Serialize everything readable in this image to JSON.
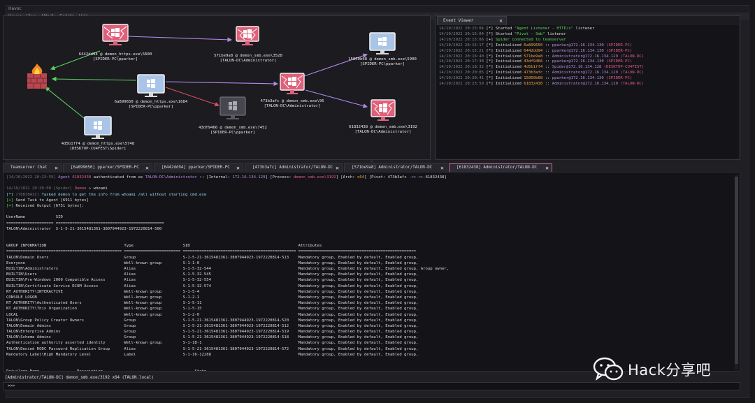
{
  "window": {
    "title": "Havoc"
  },
  "menu": [
    "Havoc",
    "View",
    "Attack",
    "Scripts",
    "Help"
  ],
  "graph": {
    "nodes": [
      {
        "id": "6442",
        "line1": "6442dd94 @ demon_https.exe\\5600",
        "line2": "[SPIDER-PC\\pparker]",
        "status": "dead"
      },
      {
        "id": "571b",
        "line1": "571be9a8 @ demon_smb.exe\\3528",
        "line2": "[TALON-DC\\Administrator]",
        "status": "dead"
      },
      {
        "id": "1585",
        "line1": "15850b68 @ demon_smb.exe\\5900",
        "line2": "[SPIDER-PC\\pparker]",
        "status": "alive"
      },
      {
        "id": "6a89",
        "line1": "6a899650 @ demon_https.exe\\1684",
        "line2": "[SPIDER-PC\\pparker]",
        "status": "alive"
      },
      {
        "id": "473b",
        "line1": "473b3afc @ demon_smb.exe\\96",
        "line2": "[TALON-DC\\Administrator]",
        "status": "dead"
      },
      {
        "id": "43df",
        "line1": "43df9466 @ demon_smb.exe\\7452",
        "line2": "[SPIDER-PC\\pparker]",
        "status": "offline"
      },
      {
        "id": "6183",
        "line1": "61832438 @ demon_smb.exe\\3192",
        "line2": "[TALON-DC\\Administrator]",
        "status": "dead"
      },
      {
        "id": "4d5b",
        "line1": "4d5b1ff4 @ demon_https.exe\\5748",
        "line2": "[DESKTOP-CU4FEST\\Spider]",
        "status": "alive"
      }
    ]
  },
  "event_viewer": {
    "tab_label": "Event Viewer",
    "close": "✕",
    "lines": [
      {
        "ts": "14/10/2022 20:15:04",
        "mark": "[*]",
        "parts": [
          [
            "Started ",
            ""
          ],
          [
            "\"Agent Listener - HTTP/s\"",
            "green"
          ],
          [
            " listener",
            ""
          ]
        ]
      },
      {
        "ts": "14/10/2022 20:15:04",
        "mark": "[*]",
        "parts": [
          [
            "Started ",
            ""
          ],
          [
            "\"Pivot - Smb\"",
            "green"
          ],
          [
            " listener",
            ""
          ]
        ]
      },
      {
        "ts": "14/10/2022 20:15:06",
        "mark": "[+]",
        "parts": [
          [
            "Spider connected to teamserver",
            "green"
          ]
        ]
      },
      {
        "ts": "14/10/2022 20:15:17",
        "mark": "[*]",
        "parts": [
          [
            "Initialized ",
            ""
          ],
          [
            "6a899650",
            "orange"
          ],
          [
            " :: ",
            ""
          ],
          [
            "pparker@172.16.134.130",
            "purple"
          ],
          [
            " (SPIDER-PC)",
            "pink"
          ]
        ]
      },
      {
        "ts": "14/10/2022 20:15:21",
        "mark": "[*]",
        "parts": [
          [
            "Initialized ",
            ""
          ],
          [
            "6442dd94",
            "orange"
          ],
          [
            " :: ",
            ""
          ],
          [
            "pparker@172.16.134.130",
            "purple"
          ],
          [
            " (SPIDER-PC)",
            "pink"
          ]
        ]
      },
      {
        "ts": "14/10/2022 20:16:40",
        "mark": "[*]",
        "parts": [
          [
            "Initialized ",
            ""
          ],
          [
            "571be9a8",
            "orange"
          ],
          [
            " :: ",
            ""
          ],
          [
            "Administrator@172.16.134.129",
            "purple"
          ],
          [
            " (TALON-DC)",
            "pink"
          ]
        ]
      },
      {
        "ts": "14/10/2022 20:17:38",
        "mark": "[*]",
        "parts": [
          [
            "Initialized ",
            ""
          ],
          [
            "43df9466",
            "orange"
          ],
          [
            " :: ",
            ""
          ],
          [
            "pparker@172.16.134.130",
            "purple"
          ],
          [
            " (SPIDER-PC)",
            "pink"
          ]
        ]
      },
      {
        "ts": "14/10/2022 20:18:32",
        "mark": "[*]",
        "parts": [
          [
            "Initialized ",
            ""
          ],
          [
            "4d5b1ff4",
            "orange"
          ],
          [
            " :: ",
            ""
          ],
          [
            "Spider@172.16.134.128",
            "purple"
          ],
          [
            " (DESKTOP-CU4FEST)",
            "pink"
          ]
        ]
      },
      {
        "ts": "14/10/2022 20:20:05",
        "mark": "[*]",
        "parts": [
          [
            "Initialized ",
            ""
          ],
          [
            "473b3afc",
            "orange"
          ],
          [
            " :: ",
            ""
          ],
          [
            "Administrator@172.16.134.129",
            "purple"
          ],
          [
            " (TALON-DC)",
            "pink"
          ]
        ]
      },
      {
        "ts": "14/10/2022 20:20:41",
        "mark": "[*]",
        "parts": [
          [
            "Initialized ",
            ""
          ],
          [
            "15850b68",
            "orange"
          ],
          [
            " :: ",
            ""
          ],
          [
            "pparker@172.16.134.130",
            "purple"
          ],
          [
            " (SPIDER-PC)",
            "pink"
          ]
        ]
      },
      {
        "ts": "14/10/2022 20:23:59",
        "mark": "[*]",
        "parts": [
          [
            "Initialized ",
            ""
          ],
          [
            "61832438",
            "orange"
          ],
          [
            " :: ",
            ""
          ],
          [
            "Administrator@172.16.134.129",
            "purple"
          ],
          [
            " (TALON-DC)",
            "pink"
          ]
        ]
      }
    ]
  },
  "tabs": [
    {
      "label": "Teamserver Chat",
      "active": false
    },
    {
      "label": "[6a899650] pparker/SPIDER-PC",
      "active": false
    },
    {
      "label": "[6442dd94] pparker/SPIDER-PC",
      "active": false
    },
    {
      "label": "[473b3afc] Administrator/TALON-DC",
      "active": false
    },
    {
      "label": "[571be9a8] Administrator/TALON-DC",
      "active": false
    },
    {
      "label": "[61832438] Administrator/TALON-DC",
      "active": true
    }
  ],
  "tab_close": "✕",
  "console": {
    "lines": [
      [
        [
          "[14/10/2022 20:23:59] ",
          "dim"
        ],
        [
          "Agent ",
          "purple"
        ],
        [
          "61832438",
          "pink"
        ],
        [
          " authenticated from as ",
          ""
        ],
        [
          "TALON-DC\\Administrator",
          "purple"
        ],
        [
          " :: [Internal: ",
          ""
        ],
        [
          "172.16.134.129",
          "purple"
        ],
        [
          "] [Process: ",
          ""
        ],
        [
          "demon_smb.exe\\3192",
          "pink"
        ],
        [
          "] [Arch: ",
          ""
        ],
        [
          "x64",
          "orange"
        ],
        [
          "] [Pivot: 473b3afc ",
          ""
        ],
        [
          "-<>-<>-",
          "purple"
        ],
        [
          "61832438]",
          ""
        ]
      ],
      [
        [
          "",
          ""
        ]
      ],
      [
        [
          "14/10/2022 20:30:00 [Spider] ",
          "dim"
        ],
        [
          "Demon",
          "pink"
        ],
        [
          " » whoami",
          ""
        ]
      ],
      [
        [
          "[*] ",
          "cyan"
        ],
        [
          "[76830A1C]",
          "dim"
        ],
        [
          " Tasked demon to get the info from whoami /all without starting cmd.exe",
          "cyan"
        ]
      ],
      [
        [
          "[+] ",
          "green"
        ],
        [
          "Send Task to Agent [6911 bytes]",
          ""
        ]
      ],
      [
        [
          "[+] ",
          "green"
        ],
        [
          "Received Output [6751 bytes]:",
          ""
        ]
      ],
      [
        [
          "",
          ""
        ]
      ],
      [
        [
          "UserName             SID",
          ""
        ]
      ],
      [
        [
          "==================== ==============================================",
          ""
        ]
      ],
      [
        [
          "TALON\\Administrator  S-1-5-21-3615481361-3807944923-1972220814-500",
          ""
        ]
      ],
      [
        [
          "",
          ""
        ]
      ],
      [
        [
          "",
          ""
        ]
      ],
      [
        [
          "GROUP INFORMATION                                 Type                     SID                                              Attributes",
          ""
        ]
      ],
      [
        [
          "================================================= ======================== ================================================ ==================================================",
          ""
        ]
      ],
      [
        [
          "TALON\\Domain Users                                Group                    S-1-5-21-3615481361-3807944923-1972220814-513    Mandatory group, Enabled by default, Enabled group,",
          ""
        ]
      ],
      [
        [
          "Everyone                                          Well-known group         S-1-1-0                                          Mandatory group, Enabled by default, Enabled group,",
          ""
        ]
      ],
      [
        [
          "BUILTIN\\Administrators                            Alias                    S-1-5-32-544                                     Mandatory group, Enabled by default, Enabled group, Group owner,",
          ""
        ]
      ],
      [
        [
          "BUILTIN\\Users                                     Alias                    S-1-5-32-545                                     Mandatory group, Enabled by default, Enabled group,",
          ""
        ]
      ],
      [
        [
          "BUILTIN\\Pre-Windows 2000 Compatible Access        Alias                    S-1-5-32-554                                     Mandatory group, Enabled by default, Enabled group,",
          ""
        ]
      ],
      [
        [
          "BUILTIN\\Certificate Service DCOM Access           Alias                    S-1-5-32-574                                     Mandatory group, Enabled by default, Enabled group,",
          ""
        ]
      ],
      [
        [
          "NT AUTHORITY\\INTERACTIVE                          Well-known group         S-1-5-4                                          Mandatory group, Enabled by default, Enabled group,",
          ""
        ]
      ],
      [
        [
          "CONSOLE LOGON                                     Well-known group         S-1-2-1                                          Mandatory group, Enabled by default, Enabled group,",
          ""
        ]
      ],
      [
        [
          "NT AUTHORITY\\Authenticated Users                  Well-known group         S-1-5-11                                         Mandatory group, Enabled by default, Enabled group,",
          ""
        ]
      ],
      [
        [
          "NT AUTHORITY\\This Organization                    Well-known group         S-1-5-15                                         Mandatory group, Enabled by default, Enabled group,",
          ""
        ]
      ],
      [
        [
          "LOCAL                                             Well-known group         S-1-2-0                                          Mandatory group, Enabled by default, Enabled group,",
          ""
        ]
      ],
      [
        [
          "TALON\\Group Policy Creator Owners                 Group                    S-1-5-21-3615481361-3807944923-1972220814-520    Mandatory group, Enabled by default, Enabled group,",
          ""
        ]
      ],
      [
        [
          "TALON\\Domain Admins                               Group                    S-1-5-21-3615481361-3807944923-1972220814-512    Mandatory group, Enabled by default, Enabled group,",
          ""
        ]
      ],
      [
        [
          "TALON\\Enterprise Admins                           Group                    S-1-5-21-3615481361-3807944923-1972220814-519    Mandatory group, Enabled by default, Enabled group,",
          ""
        ]
      ],
      [
        [
          "TALON\\Schema Admins                               Group                    S-1-5-21-3615481361-3807944923-1972220814-518    Mandatory group, Enabled by default, Enabled group,",
          ""
        ]
      ],
      [
        [
          "Authentication authority asserted identity        Well-known group         S-1-18-1                                         Mandatory group, Enabled by default, Enabled group,",
          ""
        ]
      ],
      [
        [
          "TALON\\Denied RODC Password Replication Group      Alias                    S-1-5-21-3615481361-3807944923-1972220814-572    Mandatory group, Enabled by default, Enabled group,",
          ""
        ]
      ],
      [
        [
          "Mandatory Label\\High Mandatory Level              Label                    S-1-16-12288                                     Mandatory group, Enabled by default, Enabled group,",
          ""
        ]
      ],
      [
        [
          "",
          ""
        ]
      ],
      [
        [
          "",
          ""
        ]
      ],
      [
        [
          "Privilege Name                Description                                       State",
          ""
        ]
      ]
    ]
  },
  "status_line": "[Administrator/TALON-DC] demon_smb.exe/3192 x64 (TALON.local)",
  "input": {
    "prompt": ">>>",
    "value": ""
  },
  "watermark": {
    "text": "Hack分享吧"
  },
  "colors": {
    "alive": "#a9c4e6",
    "dead": "#e0607a",
    "offline": "#505058",
    "link_purple": "#b08ae8",
    "link_green": "#5fd35f",
    "link_red": "#e0505a"
  }
}
